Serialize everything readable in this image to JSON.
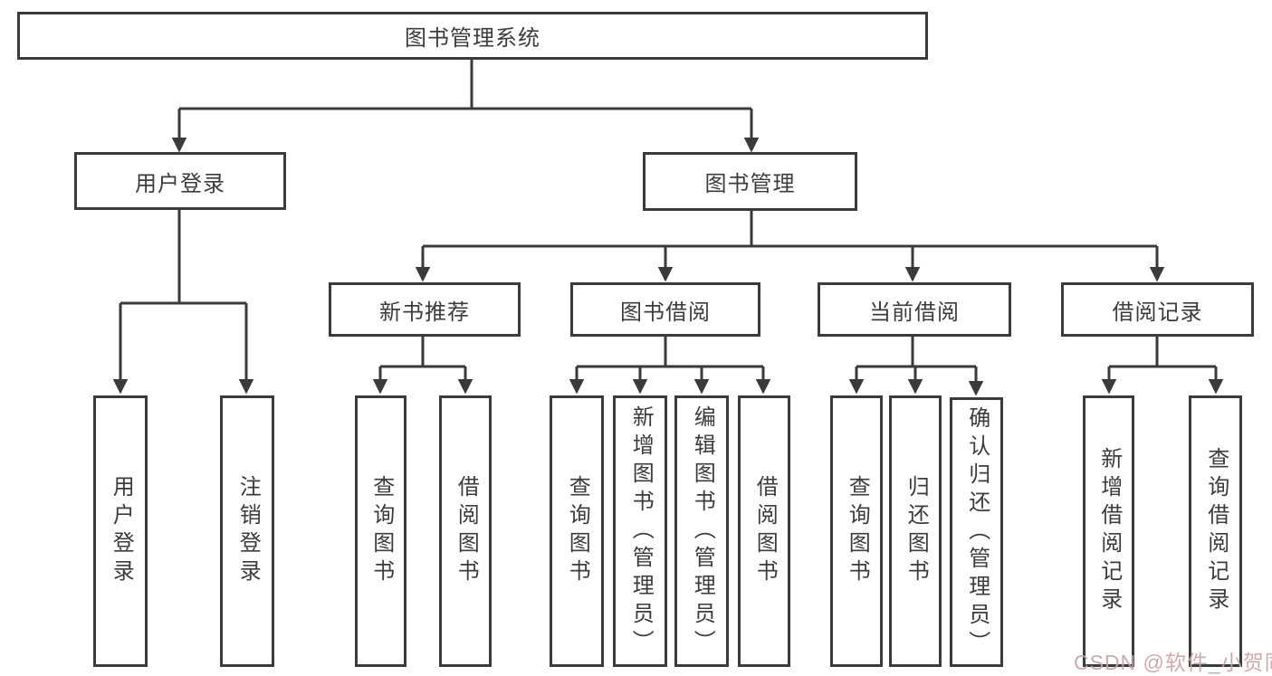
{
  "tree": {
    "label": "图书管理系统",
    "children": [
      {
        "label": "用户登录",
        "children": [
          {
            "label": "用户登录"
          },
          {
            "label": "注销登录"
          }
        ]
      },
      {
        "label": "图书管理",
        "children": [
          {
            "label": "新书推荐",
            "children": [
              {
                "label": "查询图书"
              },
              {
                "label": "借阅图书"
              }
            ]
          },
          {
            "label": "图书借阅",
            "children": [
              {
                "label": "查询图书"
              },
              {
                "label": "新增图书（管理员）"
              },
              {
                "label": "编辑图书（管理员）"
              },
              {
                "label": "借阅图书"
              }
            ]
          },
          {
            "label": "当前借阅",
            "children": [
              {
                "label": "查询图书"
              },
              {
                "label": "归还图书"
              },
              {
                "label": "确认归还（管理员）"
              }
            ]
          },
          {
            "label": "借阅记录",
            "children": [
              {
                "label": "新增借阅记录"
              },
              {
                "label": "查询借阅记录"
              }
            ]
          }
        ]
      }
    ]
  },
  "watermark": {
    "text": "CSDN @软件_小贺同学"
  },
  "colors": {
    "line": "#3a3a3a",
    "border": "#3b3b3b",
    "text": "#3c3c3c",
    "watermark": "#c9a4a4",
    "background": "#ffffff"
  }
}
